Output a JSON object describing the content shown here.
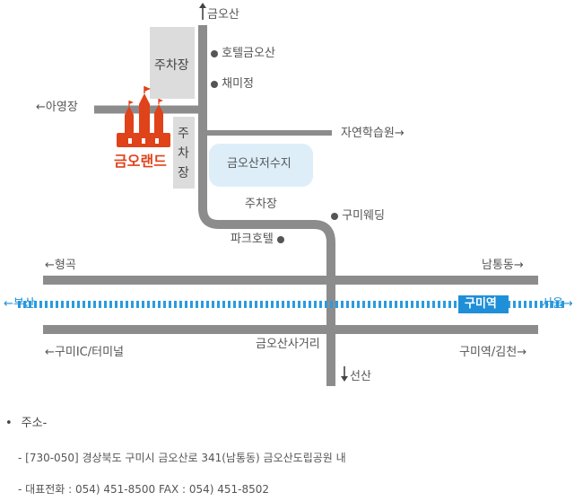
{
  "map": {
    "north_label": "금오산",
    "south_label": "선산",
    "west_label_top": "아영장",
    "east_label_mid": "자연학습원",
    "parking_top": "주차장",
    "parking_vertical": [
      "주",
      "차",
      "장"
    ],
    "parking_bottom": "주차장",
    "reservoir": "금오산저수지",
    "landmarks": {
      "hotel_geumosan": "호텔금오산",
      "chaemijeong": "채미정",
      "gumi_wedding": "구미웨딩",
      "park_hotel": "파크호텔"
    },
    "brand": "금오랜드",
    "roads": {
      "upper_left": "형곡",
      "upper_right": "남통동",
      "rail_left": "부산",
      "rail_right": "서울",
      "station": "구미역",
      "lower_left": "구미IC/터미널",
      "lower_right": "구미역/김천",
      "intersection": "금오산사거리"
    },
    "colors": {
      "road": "#8c8c8c",
      "rail": "#2a9be0",
      "station_bg": "#1f8fd8",
      "reservoir_fill": "#ddeef9",
      "parking_fill": "#dcdcdc",
      "brand": "#e0421a"
    }
  },
  "info": {
    "bullet_title": "주소-",
    "address_line": "- [730-050]   경상북도 구미시 금오산로 341(남통동) 금오산도립공원 내",
    "phone_line": "- 대표전화 : 054) 451-8500 FAX : 054) 451-8502"
  }
}
